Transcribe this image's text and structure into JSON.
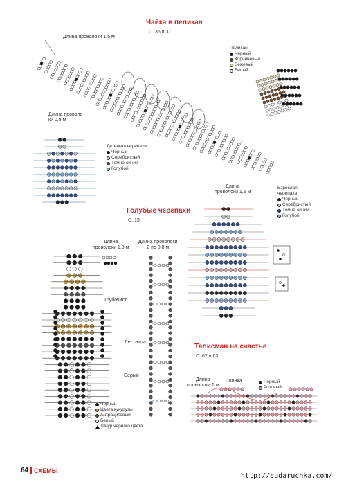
{
  "colors": {
    "accent": "#d2231e",
    "black": "#1a1a1a",
    "brown": "#7a4a2a",
    "beige": "#e8dcc0",
    "white": "#ffffff",
    "silver": "#cfcfcf",
    "navy": "#2c4a86",
    "lightblue": "#7fb2dd",
    "corn": "#d59a2a",
    "anthracite": "#555555",
    "gray": "#999999",
    "pink": "#e8a0b0",
    "wire_blue": "#3a6aa8",
    "wire_red": "#c0392b"
  },
  "sections": {
    "seagull": {
      "title": "Чайка и пеликан",
      "ref": "С. 36 и 37",
      "wire": "Длина проволоки 1,5 м"
    },
    "pelican_legend": {
      "heading": "Пеликан",
      "items": [
        {
          "label": "Черный",
          "color": "black"
        },
        {
          "label": "Коричневый",
          "color": "brown"
        },
        {
          "label": "Бежевый",
          "color": "beige"
        },
        {
          "label": "Белый",
          "color": "white"
        }
      ]
    },
    "baby_turtle": {
      "wire_line1": "Длина проволо-",
      "wire_line2": "ки 0,8 м",
      "heading": "Детеныш черепахи",
      "items": [
        {
          "label": "Черный",
          "color": "black"
        },
        {
          "label": "Серебристый",
          "color": "silver"
        },
        {
          "label": "Темно-синий",
          "color": "navy"
        },
        {
          "label": "Голубой",
          "color": "lightblue"
        }
      ]
    },
    "blue_turtles": {
      "title": "Голубые черепахи",
      "ref": "С. 15"
    },
    "adult_turtle": {
      "wire_line1": "Длина",
      "wire_line2": "проволоки 1,5 м",
      "heading_line1": "Взрослая",
      "heading_line2": "черепаха",
      "items": [
        {
          "label": "Черный",
          "color": "black"
        },
        {
          "label": "Серебристый",
          "color": "silver"
        },
        {
          "label": "Темно-синий",
          "color": "navy"
        },
        {
          "label": "Голубой",
          "color": "lightblue"
        }
      ]
    },
    "chimney": {
      "wire_line1": "Длина",
      "wire_line2": "проволоки 1,3 м",
      "ladder_wire_line1": "Длина проволоки",
      "ladder_wire_line2": "2 по 0,8 м",
      "chimney_label": "Трубочист",
      "ladder_label": "Лестница",
      "gray_label": "Серый",
      "items": [
        {
          "label": "Черный",
          "color": "black",
          "shape": "dot"
        },
        {
          "label": "Цвета кукурузы",
          "color": "corn",
          "shape": "dot"
        },
        {
          "label": "Антрацитовый",
          "color": "anthracite",
          "shape": "dot"
        },
        {
          "label": "Белый",
          "color": "white",
          "shape": "dot"
        },
        {
          "label": "Шнур черного цвета",
          "color": "black",
          "shape": "triangle"
        }
      ]
    },
    "talisman": {
      "title": "Талисман на счастье",
      "ref": "С. 62 и 63",
      "wire_line1": "Длина",
      "wire_line2": "проволоки 1 м",
      "pig_label": "Свинка",
      "items": [
        {
          "label": "Черный",
          "color": "black"
        },
        {
          "label": "Розовый",
          "color": "pink"
        }
      ]
    }
  },
  "footer": {
    "page_number": "64",
    "section": "СХЕМЫ"
  },
  "watermark": "http://sudaruchka.com/"
}
